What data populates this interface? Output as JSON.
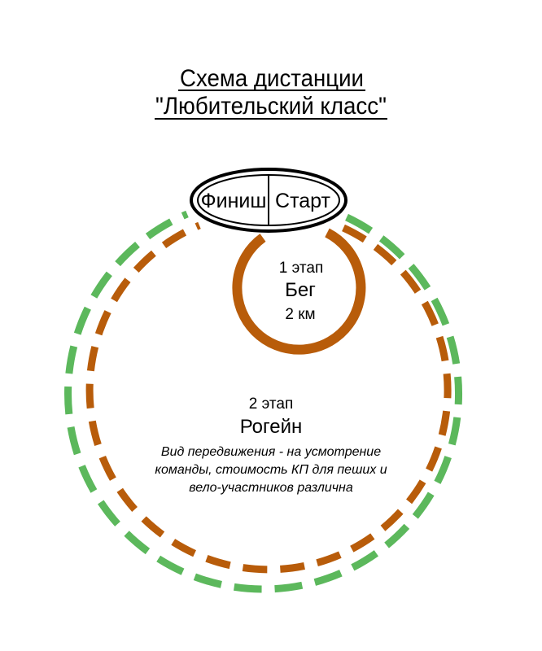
{
  "title": {
    "line1": "Схема дистанции",
    "line2": "\"Любительский класс\""
  },
  "oval": {
    "finish_label": "Финиш",
    "start_label": "Старт"
  },
  "stage1": {
    "number": "1 этап",
    "name": "Бег",
    "distance": "2 км"
  },
  "stage2": {
    "number": "2 этап",
    "name": "Рогейн",
    "description": [
      "Вид передвижения - на усмотрение",
      "команды, стоимость КП для пеших и",
      "вело-участников различна"
    ]
  },
  "colors": {
    "run": "#b85c0a",
    "bike": "#5cb85c",
    "outline": "#000000"
  }
}
